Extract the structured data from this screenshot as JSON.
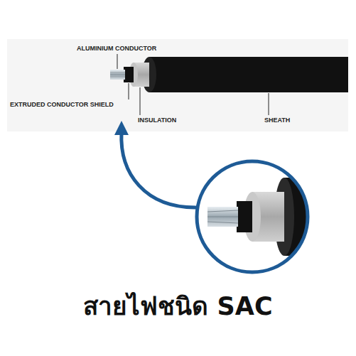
{
  "diagram": {
    "title": "สายไฟชนิด SAC",
    "labels": [
      "ALUMINIUM CONDUCTOR",
      "EXTRUDED CONDUCTOR SHIELD",
      "INSULATION",
      "SHEATH"
    ]
  }
}
